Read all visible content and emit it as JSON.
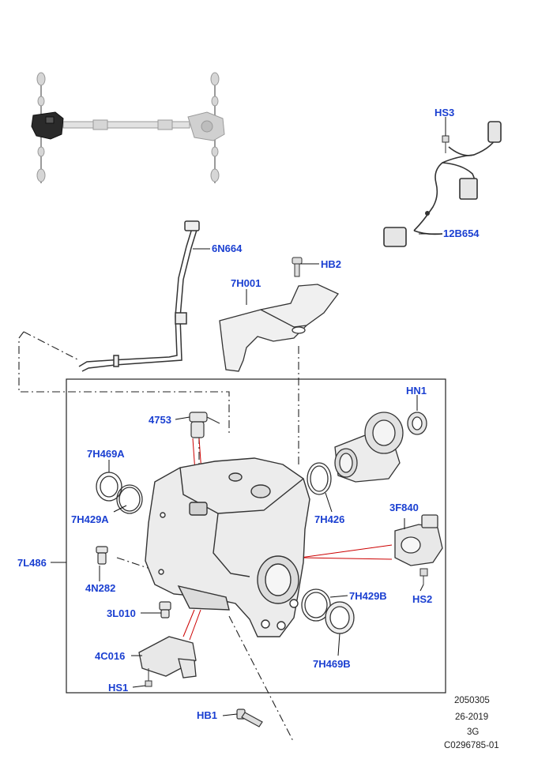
{
  "colors": {
    "callout": "#1a3fd1",
    "line": "#000000",
    "leader_red": "#cc0000",
    "part_outline": "#333333",
    "part_fill": "#eeeeee",
    "ghost_drivetrain": "#9a9a9a"
  },
  "callouts": {
    "hs3": "HS3",
    "p12b654": "12B654",
    "p6n664": "6N664",
    "hb2": "HB2",
    "p7h001": "7H001",
    "hn1": "HN1",
    "p4753": "4753",
    "p7h469a": "7H469A",
    "p7h429a": "7H429A",
    "p7h426": "7H426",
    "p3f840": "3F840",
    "p7l486": "7L486",
    "p4n282": "4N282",
    "hs2": "HS2",
    "p3l010": "3L010",
    "p7h429b": "7H429B",
    "p7h469b": "7H469B",
    "p4c016": "4C016",
    "hs1": "HS1",
    "hb1": "HB1"
  },
  "meta": {
    "line1": "2050305",
    "line2": "26-2019",
    "line3": "3G",
    "line4": "C0296785-01"
  },
  "icons": {
    "overview": "drivetrain-overview-icon"
  }
}
